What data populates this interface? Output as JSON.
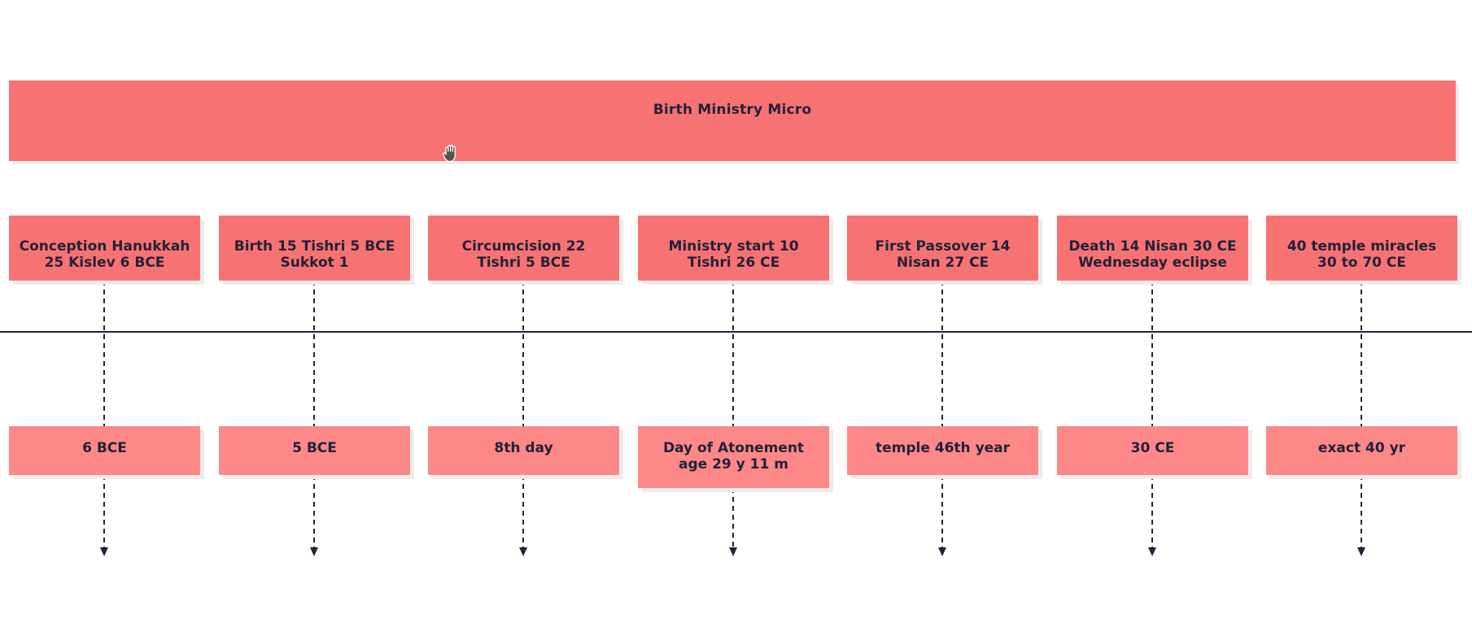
{
  "title": "Birth Ministry Micro",
  "events": [
    {
      "label_line1": "Conception Hanukkah",
      "label_line2": "25 Kislev 6 BCE",
      "detail_line1": "6 BCE",
      "detail_line2": ""
    },
    {
      "label_line1": "Birth 15 Tishri 5 BCE",
      "label_line2": "Sukkot 1",
      "detail_line1": "5 BCE",
      "detail_line2": ""
    },
    {
      "label_line1": "Circumcision 22",
      "label_line2": "Tishri 5 BCE",
      "detail_line1": "8th day",
      "detail_line2": ""
    },
    {
      "label_line1": "Ministry start 10",
      "label_line2": "Tishri 26 CE",
      "detail_line1": "Day of Atonement",
      "detail_line2": "age 29 y 11 m"
    },
    {
      "label_line1": "First Passover 14",
      "label_line2": "Nisan 27 CE",
      "detail_line1": "temple 46th year",
      "detail_line2": ""
    },
    {
      "label_line1": "Death 14 Nisan 30 CE",
      "label_line2": "Wednesday eclipse",
      "detail_line1": "30 CE",
      "detail_line2": ""
    },
    {
      "label_line1": "40 temple miracles",
      "label_line2": "30 to 70 CE",
      "detail_line1": "exact 40 yr",
      "detail_line2": ""
    }
  ],
  "colors": {
    "box": "#f77272",
    "detail_box": "#fd8888",
    "line": "#22223b"
  },
  "icons": {
    "cursor": "grab-hand-cursor-icon"
  }
}
